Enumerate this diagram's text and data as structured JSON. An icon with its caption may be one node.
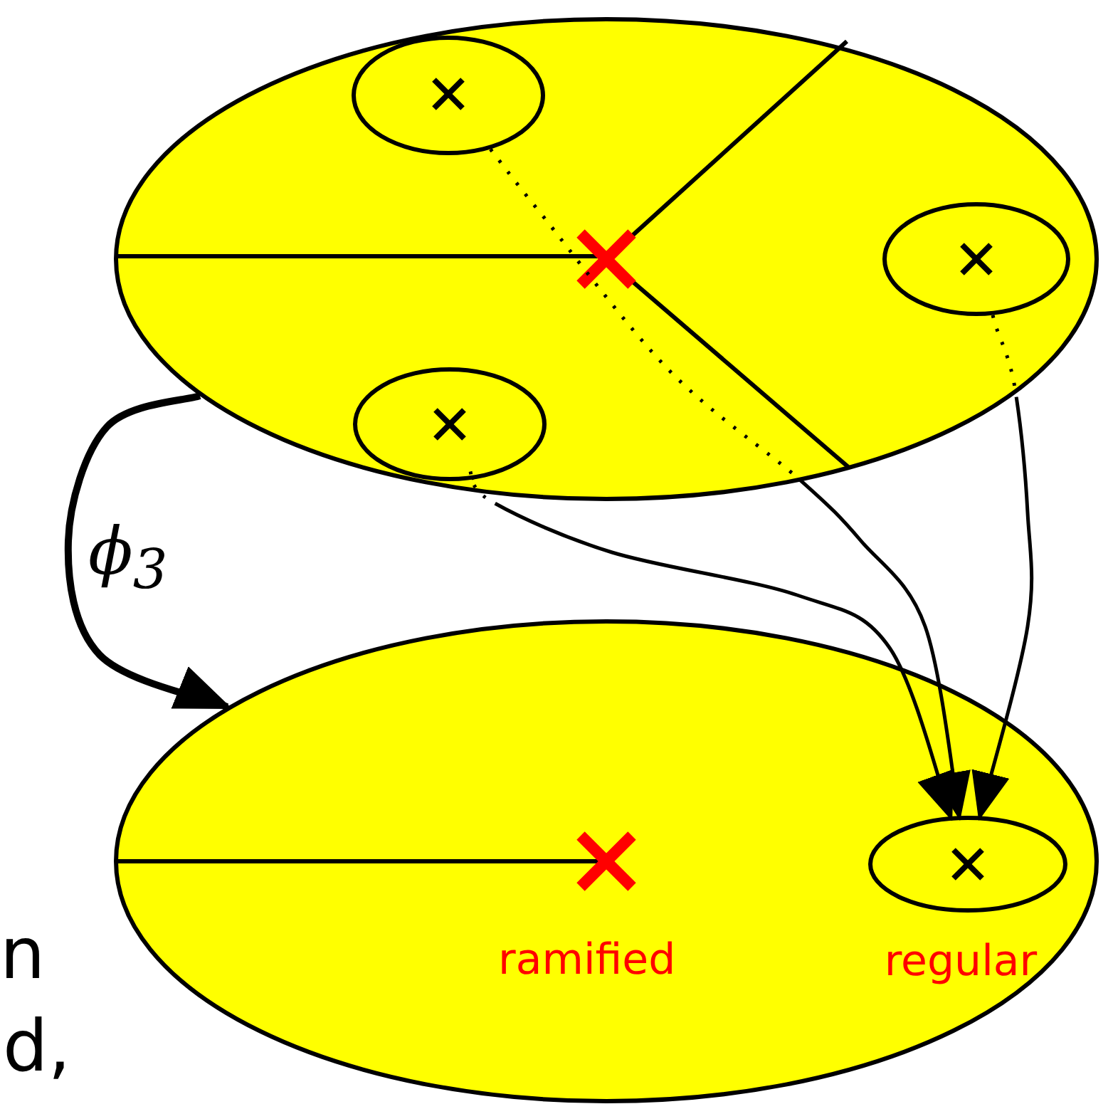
{
  "diagram": {
    "nodes": [
      {
        "text": [],
        "shape": "ellipse"
      },
      {
        "text": [],
        "shape": "ellipse",
        "in": 0
      },
      {
        "text": [],
        "shape": "ellipse",
        "in": 0
      },
      {
        "text": [],
        "shape": "ellipse",
        "in": 0
      },
      {
        "text": [],
        "shape": "ellipse"
      },
      {
        "text": [],
        "shape": "ellipse",
        "in": 4,
        "beside": [
          "regular"
        ]
      }
    ],
    "edges": [
      {
        "from": 3,
        "to": 5,
        "arrow": "to",
        "style": "dashed"
      },
      {
        "from": 1,
        "to": 5,
        "arrow": "to",
        "style": "dashed"
      },
      {
        "from": 2,
        "to": 5,
        "arrow": "to",
        "style": "dashed"
      },
      {
        "from": 0,
        "to": 4,
        "arrow": "to",
        "label": "ϕ$_{3}$",
        "style": "thick"
      }
    ],
    "labels": [
      "ramified",
      "n",
      "d,"
    ]
  }
}
